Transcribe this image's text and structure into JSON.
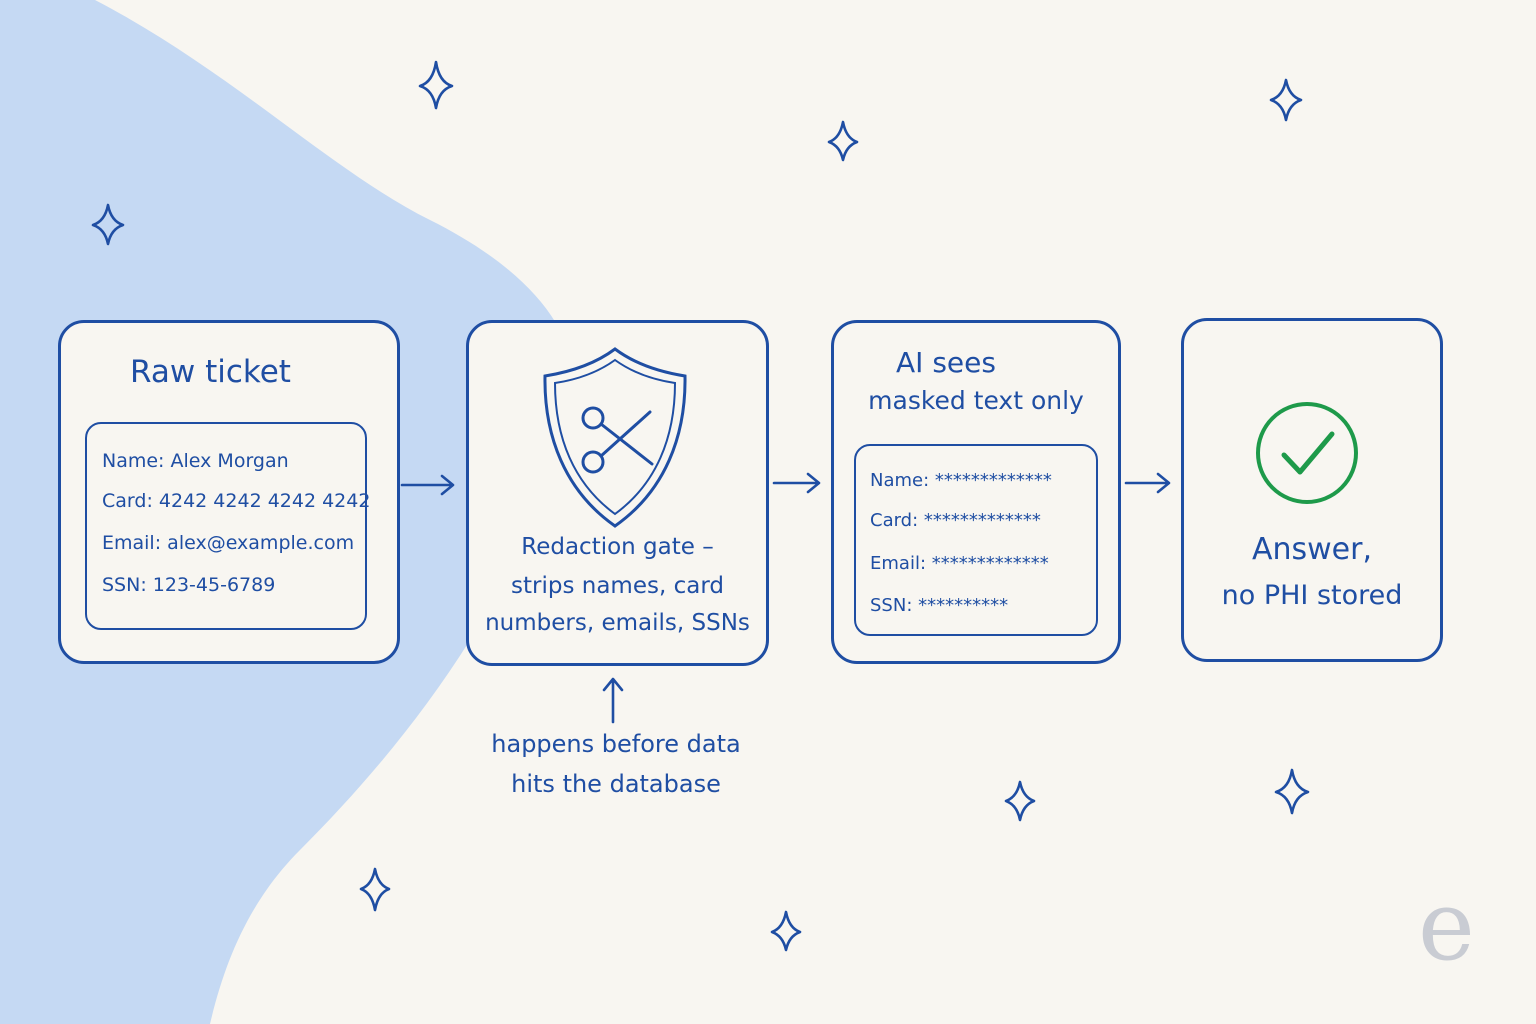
{
  "colors": {
    "ink": "#1f4ea3",
    "background": "#f8f6f1",
    "blob": "#c5d9f3",
    "check": "#1e9a4a",
    "logo": "#c9ccd3"
  },
  "raw_ticket": {
    "title": "Raw ticket",
    "fields": [
      {
        "label": "Name:",
        "value": "Alex Morgan"
      },
      {
        "label": "Card:",
        "value": "4242 4242 4242 4242"
      },
      {
        "label": "Email:",
        "value": "alex@example.com"
      },
      {
        "label": "SSN:",
        "value": "123-45-6789"
      }
    ]
  },
  "redaction_gate": {
    "icon": "shield-scissors-icon",
    "lines": [
      "Redaction gate –",
      "strips names, card",
      "numbers, emails, SSNs"
    ],
    "note": [
      "happens before data",
      "hits the database"
    ]
  },
  "ai_view": {
    "title_lines": [
      "AI sees",
      "masked text only"
    ],
    "fields": [
      {
        "label": "Name:",
        "value": "*************"
      },
      {
        "label": "Card:",
        "value": "*************"
      },
      {
        "label": "Email:",
        "value": "*************"
      },
      {
        "label": "SSN:",
        "value": "**********"
      }
    ]
  },
  "answer": {
    "icon": "check-circle-icon",
    "lines": [
      "Answer,",
      "no PHI stored"
    ]
  },
  "logo": {
    "letter": "e"
  }
}
